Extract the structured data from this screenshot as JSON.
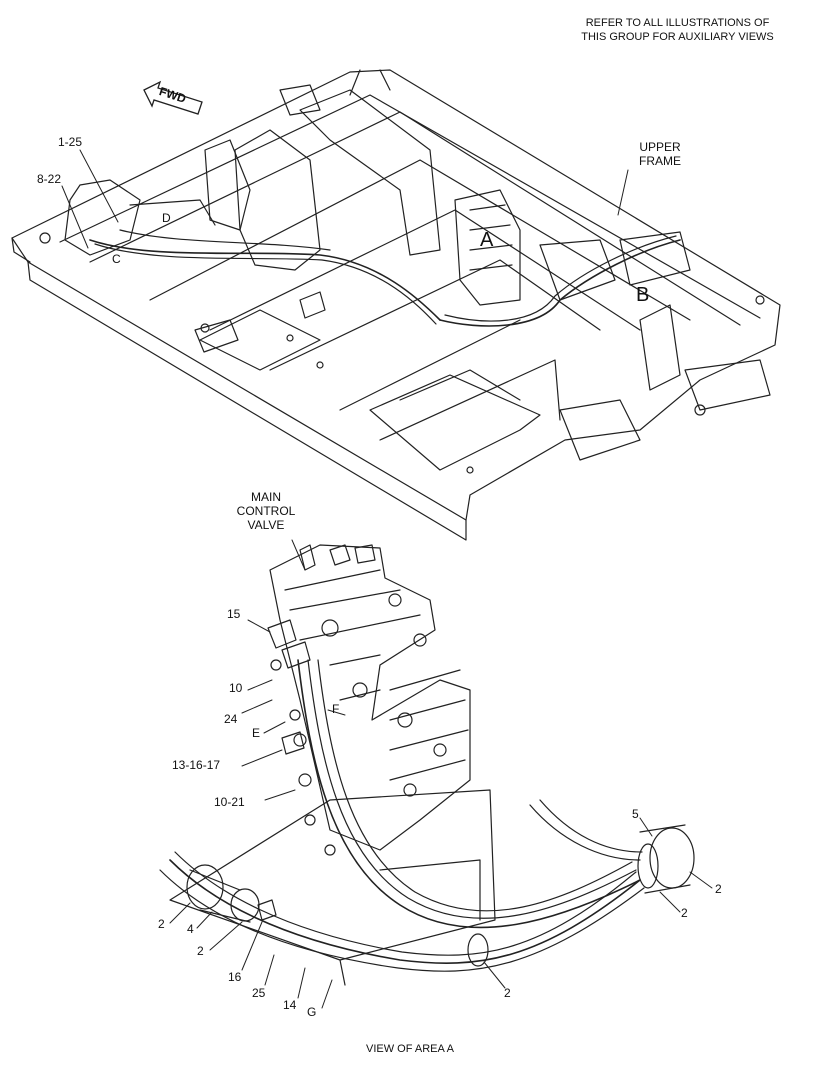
{
  "header": {
    "note_line1": "REFER TO ALL ILLUSTRATIONS OF",
    "note_line2": "THIS GROUP FOR AUXILIARY VIEWS"
  },
  "fwd_arrow": {
    "label": "FWD"
  },
  "upper_view": {
    "labels": {
      "upper_frame_line1": "UPPER",
      "upper_frame_line2": "FRAME",
      "callout_1_25": "1-25",
      "callout_8_22": "8-22",
      "area_a": "A",
      "area_b": "B",
      "view_c": "C",
      "view_d": "D"
    }
  },
  "detail_view": {
    "labels": {
      "mcv_line1": "MAIN",
      "mcv_line2": "CONTROL",
      "mcv_line3": "VALVE",
      "c15": "15",
      "c10": "10",
      "c24": "24",
      "cE": "E",
      "cF": "F",
      "c13_16_17": "13-16-17",
      "c10_21": "10-21",
      "c5": "5",
      "c2_right_top": "2",
      "c2_right_mid": "2",
      "c2_left_top": "2",
      "c4": "4",
      "c2_left_bottom": "2",
      "c16": "16",
      "c25": "25",
      "c14": "14",
      "cG": "G",
      "c2_bottom": "2"
    },
    "caption": "VIEW OF AREA A"
  },
  "colors": {
    "line": "#222222",
    "background": "#ffffff"
  }
}
